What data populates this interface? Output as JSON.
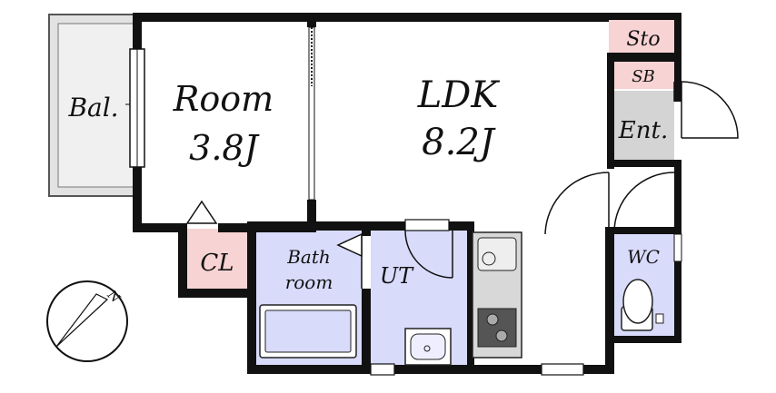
{
  "rooms": {
    "balcony": "Bal.",
    "room_name": "Room",
    "room_size": "3.8J",
    "ldk_name": "LDK",
    "ldk_size": "8.2J",
    "storage": "Sto",
    "shoe_box": "SB",
    "entrance": "Ent.",
    "closet": "CL",
    "bath_line1": "Bath",
    "bath_line2": "room",
    "utility": "UT",
    "toilet": "WC"
  },
  "compass": {
    "north": "N"
  },
  "colors": {
    "wall": "#111111",
    "closet_fill": "#f8d3d3",
    "wet_area_fill": "#d9dbfb",
    "entrance_fill": "#d4d4d4",
    "balcony_fill": "#e2e2e2",
    "floor_fill": "#ffffff"
  }
}
